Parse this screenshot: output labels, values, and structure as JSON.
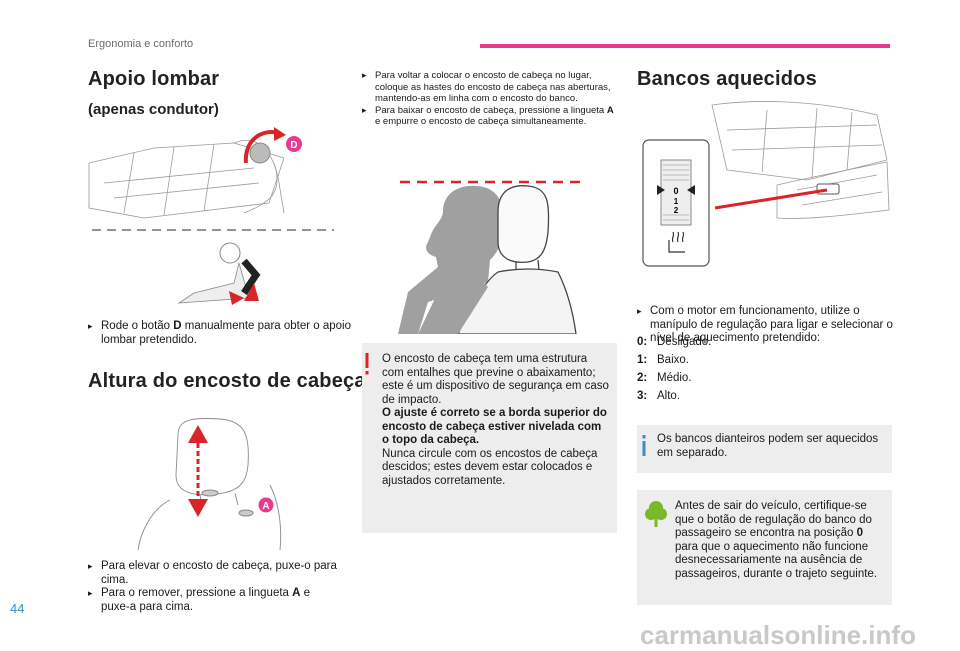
{
  "header": {
    "section": "Ergonomia e conforto",
    "accent_color": "#e8398e"
  },
  "col1": {
    "title": "Apoio lombar",
    "subtitle": "(apenas condutor)",
    "lumbar_image_label": "D",
    "lumbar_instruction_pre": "Rode o botão ",
    "lumbar_instruction_key": "D",
    "lumbar_instruction_post": " manualmente para obter o apoio lombar pretendido.",
    "headrest_title": "Altura do encosto de cabeça",
    "headrest_image_label": "A",
    "raise_text": "Para elevar o encosto de cabeça, puxe-o para cima.",
    "remove_pre": "Para o remover, pressione a lingueta ",
    "remove_key": "A",
    "remove_post": " e puxe-a para cima."
  },
  "col2": {
    "refit_text": "Para voltar a colocar o encosto de cabeça no lugar, coloque as hastes do encosto de cabeça nas aberturas, mantendo-as em linha com o encosto do banco.",
    "lower_pre": "Para baixar o encosto de cabeça, pressione a lingueta ",
    "lower_key": "A",
    "lower_post": " e empurre o encosto de cabeça simultaneamente.",
    "warning_1": "O encosto de cabeça tem uma estrutura com entalhes que previne o abaixamento; este é um dispositivo de segurança em caso de impacto.",
    "warning_bold": "O ajuste é correto se a borda superior do encosto de cabeça estiver nivelada com o topo da cabeça.",
    "warning_2": "Nunca circule com os encostos de cabeça descidos; estes devem estar colocados e ajustados corretamente."
  },
  "col3": {
    "title": "Bancos aquecidos",
    "dial_levels": [
      "0",
      "1",
      "2"
    ],
    "instruction": "Com o motor em funcionamento, utilize o manípulo de regulação para ligar e selecionar o nível de aquecimento pretendido:",
    "levels": [
      {
        "key": "0:",
        "label": "Desligado."
      },
      {
        "key": "1:",
        "label": "Baixo."
      },
      {
        "key": "2:",
        "label": "Médio."
      },
      {
        "key": "3:",
        "label": "Alto."
      }
    ],
    "info_text": "Os bancos dianteiros podem ser aquecidos em separado.",
    "eco_pre": "Antes de sair do veículo, certifique-se que o botão de regulação do banco do passageiro se encontra na posição ",
    "eco_key": "0",
    "eco_post": " para que o aquecimento não funcione desnecessariamente na ausência de passageiros, durante o trajeto seguinte."
  },
  "footer": {
    "page_number": "44",
    "watermark": "carmanualsonline.info"
  },
  "colors": {
    "warning": "#e2231a",
    "info": "#3a8fc0",
    "eco": "#7ab929",
    "arrow_red": "#d9252a"
  }
}
